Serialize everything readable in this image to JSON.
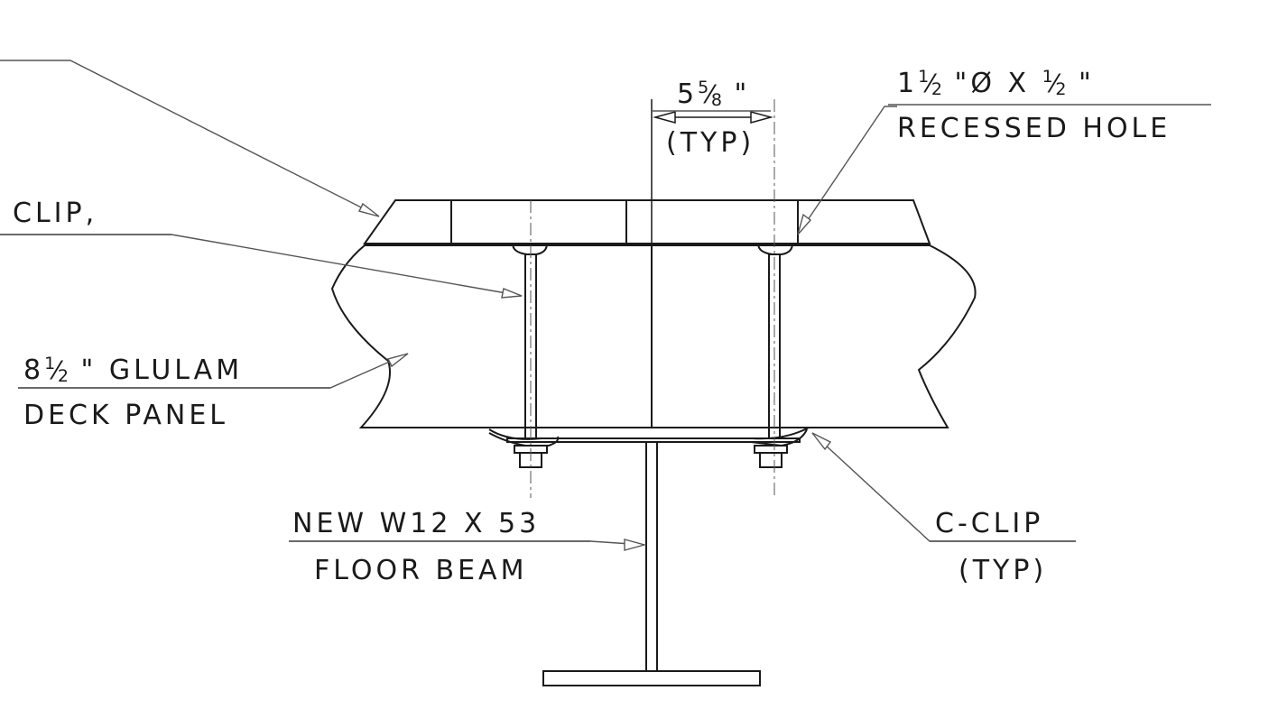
{
  "labels": {
    "clip": "CLIP,",
    "dim_whole": "5",
    "dim_num": "5",
    "dim_den": "8",
    "dim_unit": "\"",
    "dim_typ": "(TYP)",
    "hole_whole": "1",
    "hole_num": "1",
    "hole_den": "2",
    "hole_mid": "\"Ø  X",
    "hole_num2": "1",
    "hole_den2": "2",
    "hole_unit": "\"",
    "hole_desc": "RECESSED HOLE",
    "deck_whole": "8",
    "deck_num": "1",
    "deck_den": "2",
    "deck_rest": "\" GLULAM",
    "deck_desc": "DECK PANEL",
    "beam_line1": "NEW W12 X 53",
    "beam_line2": "FLOOR BEAM",
    "cclip_line1": "C-CLIP",
    "cclip_line2": "(TYP)"
  },
  "colors": {
    "line": "#1a1a1a",
    "fill": "#ffffff",
    "leader": "#555555"
  }
}
